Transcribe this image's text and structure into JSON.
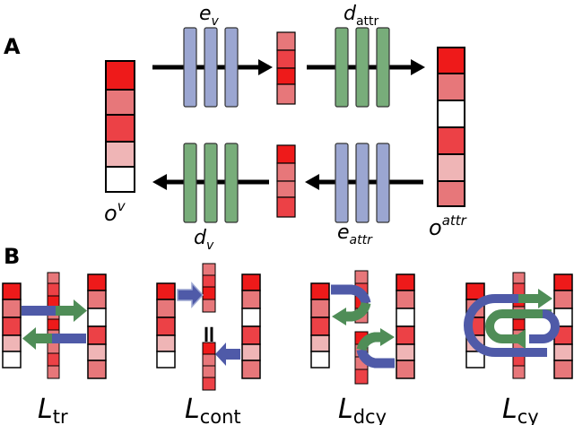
{
  "panel_labels": {
    "a": "A",
    "b": "B"
  },
  "panel_a": {
    "encoder_v": {
      "main": "e",
      "sub": "v"
    },
    "decoder_attr": {
      "main": "d",
      "sub": "attr"
    },
    "decoder_v": {
      "main": "d",
      "sub": "v"
    },
    "encoder_attr": {
      "main": "e",
      "sub": "attr"
    },
    "output_v": {
      "main": "o",
      "sup": "v"
    },
    "output_attr": {
      "main": "o",
      "sup": "attr"
    }
  },
  "losses": [
    {
      "main": "L",
      "sub": "tr"
    },
    {
      "main": "L",
      "sub": "cont"
    },
    {
      "main": "L",
      "sub": "dcy"
    },
    {
      "main": "L",
      "sub": "cy"
    }
  ],
  "equals_sign": "=",
  "colors": {
    "encoder": "#9ba6d1",
    "decoder": "#78ad7a",
    "arrow_blue": "#4f5aa8",
    "arrow_green": "#4f8d57",
    "red_strong": "#ee1a1a",
    "red_mid": "#e7777a",
    "red_light": "#efb5b6",
    "red_bright": "#ec4146"
  }
}
